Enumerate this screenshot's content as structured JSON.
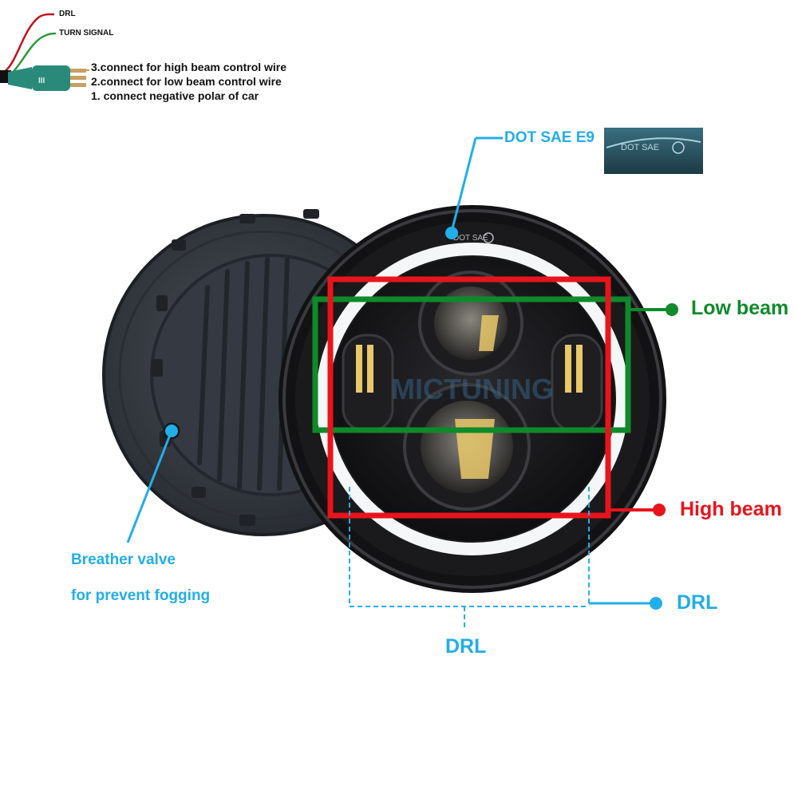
{
  "wiring": {
    "wire_drl": "DRL",
    "wire_turn": "TURN SIGNAL",
    "pins": [
      "3.connect for high beam control wire",
      "2.connect for low beam control wire",
      "1. connect negative polar of car"
    ]
  },
  "callouts": {
    "certification": "DOT SAE E9",
    "stamp_text": "DOT SAE",
    "brand_watermark": "MICTUNING",
    "low_beam": "Low beam",
    "high_beam": "High beam",
    "drl_right": "DRL",
    "drl_bottom": "DRL",
    "breather_line1": "Breather valve",
    "breather_line2": "for prevent fogging"
  },
  "colors": {
    "callout_blue": "#22aee8",
    "low_beam_green": "#0f8a2a",
    "high_beam_red": "#e8141c",
    "wire_red": "#c2141c",
    "wire_green": "#2e9a3a",
    "connector_teal": "#2a8a7a",
    "housing_dark": "#3a4048"
  },
  "icons": [
    "callout-dot-icon",
    "connector-plug-icon",
    "headlight-illustration"
  ]
}
